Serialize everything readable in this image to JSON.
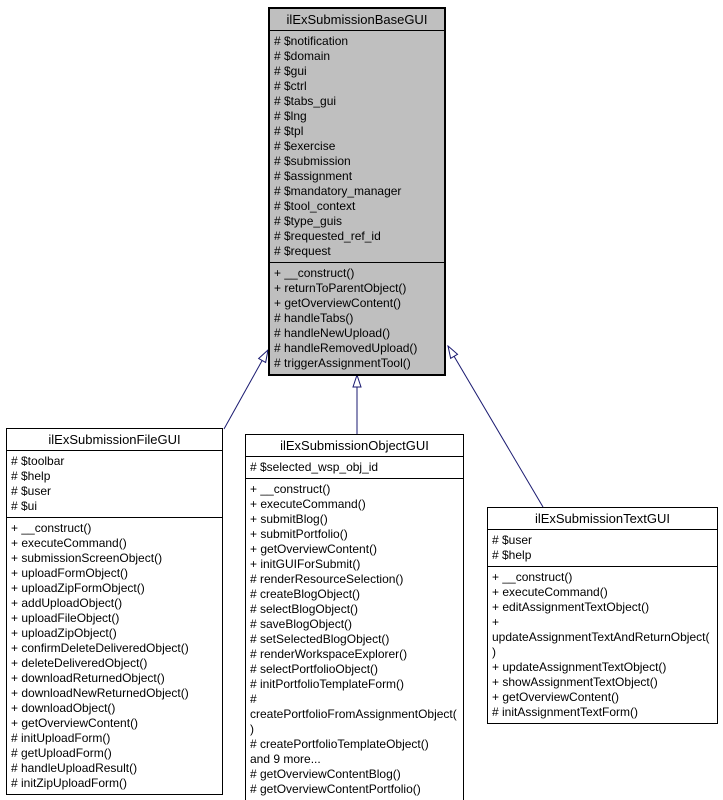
{
  "diagram": {
    "type": "uml-class-inheritance",
    "arrow_color": "#191970",
    "base_node_fill": "#bfbfbf",
    "node_fill": "#ffffff",
    "border_color": "#000000"
  },
  "classes": [
    {
      "title": "ilExSubmissionBaseGUI",
      "attributes": [
        "# $notification",
        "# $domain",
        "# $gui",
        "# $ctrl",
        "# $tabs_gui",
        "# $lng",
        "# $tpl",
        "# $exercise",
        "# $submission",
        "# $assignment",
        "# $mandatory_manager",
        "# $tool_context",
        "# $type_guis",
        "# $requested_ref_id",
        "# $request"
      ],
      "methods": [
        "+ __construct()",
        "+ returnToParentObject()",
        "+ getOverviewContent()",
        "# handleTabs()",
        "# handleNewUpload()",
        "# handleRemovedUpload()",
        "# triggerAssignmentTool()"
      ]
    },
    {
      "title": "ilExSubmissionFileGUI",
      "attributes": [
        "# $toolbar",
        "# $help",
        "# $user",
        "# $ui"
      ],
      "methods": [
        "+ __construct()",
        "+ executeCommand()",
        "+ submissionScreenObject()",
        "+ uploadFormObject()",
        "+ uploadZipFormObject()",
        "+ addUploadObject()",
        "+ uploadFileObject()",
        "+ uploadZipObject()",
        "+ confirmDeleteDeliveredObject()",
        "+ deleteDeliveredObject()",
        "+ downloadReturnedObject()",
        "+ downloadNewReturnedObject()",
        "+ downloadObject()",
        "+ getOverviewContent()",
        "# initUploadForm()",
        "# getUploadForm()",
        "# handleUploadResult()",
        "# initZipUploadForm()"
      ]
    },
    {
      "title": "ilExSubmissionObjectGUI",
      "attributes": [
        "# $selected_wsp_obj_id"
      ],
      "methods": [
        "+ __construct()",
        "+ executeCommand()",
        "+ submitBlog()",
        "+ submitPortfolio()",
        "+ getOverviewContent()",
        "+ initGUIForSubmit()",
        "# renderResourceSelection()",
        "# createBlogObject()",
        "# selectBlogObject()",
        "# saveBlogObject()",
        "# setSelectedBlogObject()",
        "# renderWorkspaceExplorer()",
        "# selectPortfolioObject()",
        "# initPortfolioTemplateForm()",
        "# createPortfolioFromAssignmentObject()",
        "# createPortfolioTemplateObject()",
        "and 9 more...",
        "# getOverviewContentBlog()",
        "# getOverviewContentPortfolio()"
      ]
    },
    {
      "title": "ilExSubmissionTextGUI",
      "attributes": [
        "# $user",
        "# $help"
      ],
      "methods": [
        "+ __construct()",
        "+ executeCommand()",
        "+ editAssignmentTextObject()",
        "+ updateAssignmentTextAndReturnObject()",
        "+ updateAssignmentTextObject()",
        "+ showAssignmentTextObject()",
        "+ getOverviewContent()",
        "# initAssignmentTextForm()"
      ]
    }
  ],
  "relations": [
    {
      "from": "ilExSubmissionFileGUI",
      "to": "ilExSubmissionBaseGUI",
      "type": "inheritance"
    },
    {
      "from": "ilExSubmissionObjectGUI",
      "to": "ilExSubmissionBaseGUI",
      "type": "inheritance"
    },
    {
      "from": "ilExSubmissionTextGUI",
      "to": "ilExSubmissionBaseGUI",
      "type": "inheritance"
    }
  ]
}
